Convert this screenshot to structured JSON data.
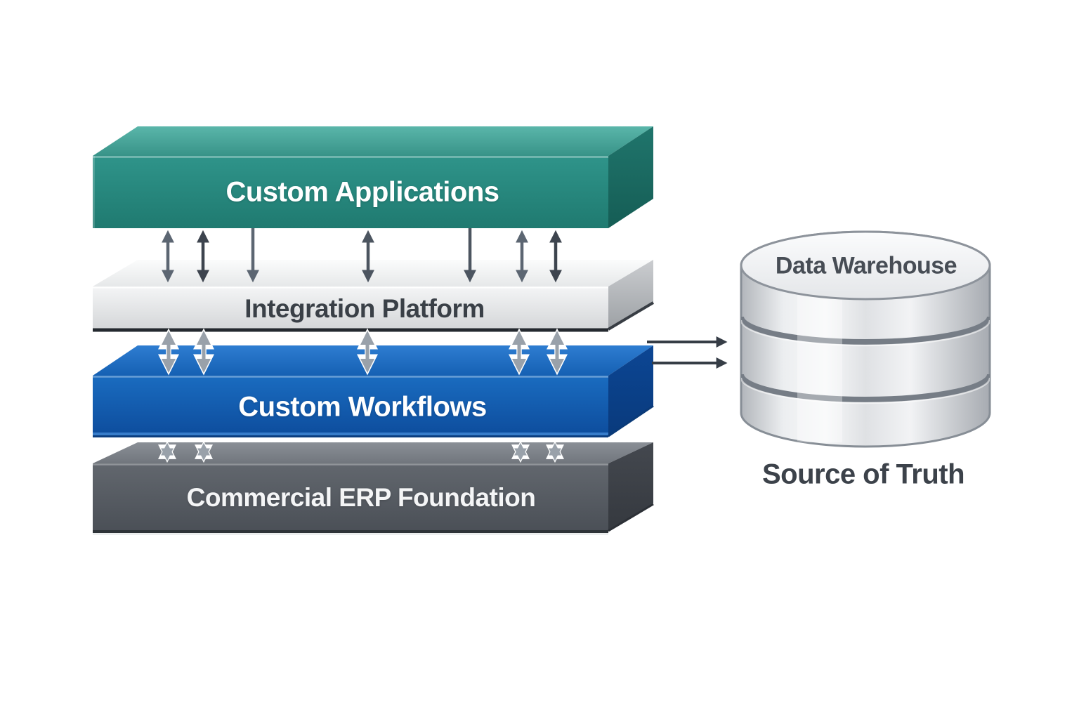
{
  "diagram": {
    "type": "layered-architecture",
    "layers": [
      {
        "id": "custom-applications",
        "label": "Custom Applications",
        "color": "#2a8d82",
        "text_color": "#ffffff"
      },
      {
        "id": "integration-platform",
        "label": "Integration Platform",
        "color": "#e6e8ea",
        "text_color": "#3a4047"
      },
      {
        "id": "custom-workflows",
        "label": "Custom Workflows",
        "color": "#1260b2",
        "text_color": "#ffffff"
      },
      {
        "id": "commercial-erp-foundation",
        "label": "Commercial ERP Foundation",
        "color": "#565b62",
        "text_color": "#ffffff"
      }
    ],
    "warehouse": {
      "label": "Data Warehouse",
      "caption": "Source of Truth",
      "body_color": "#dcdee1",
      "text_color": "#474d55"
    },
    "connections": [
      {
        "from": "custom-applications",
        "to": "integration-platform",
        "style": "bidirectional-arrows"
      },
      {
        "from": "integration-platform",
        "to": "custom-workflows",
        "style": "bidirectional-arrows"
      },
      {
        "from": "custom-workflows",
        "to": "commercial-erp-foundation",
        "style": "bidirectional-arrows"
      },
      {
        "from": "integration-platform",
        "to": "data-warehouse",
        "style": "arrow"
      },
      {
        "from": "custom-workflows",
        "to": "data-warehouse",
        "style": "arrow"
      }
    ],
    "arrow_colors": {
      "dark": "#3d444e",
      "mid": "#5c6672",
      "light": "#99a1aa"
    }
  }
}
